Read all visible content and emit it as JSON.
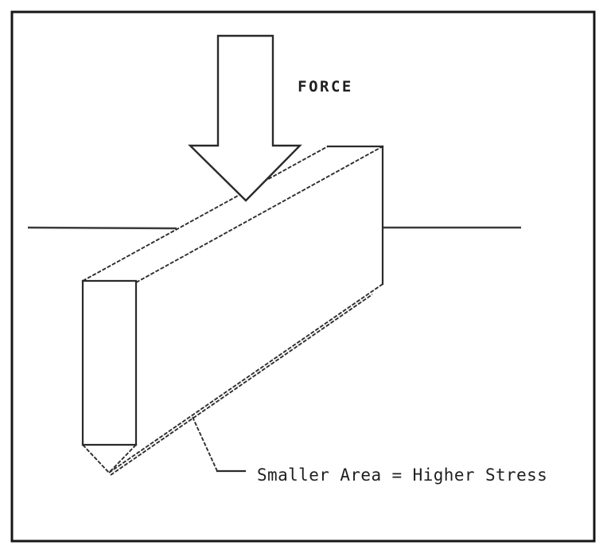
{
  "figure": {
    "type": "technical-diagram",
    "subject": "Wedge (knife-edge block) pressed downward illustrating stress concentration",
    "force_label": "FORCE",
    "caption": "Smaller Area = Higher Stress",
    "colors": {
      "line": "#2a2a2a",
      "frame": "#161616",
      "background": "#ffffff",
      "text": "#1f1f1f"
    }
  }
}
